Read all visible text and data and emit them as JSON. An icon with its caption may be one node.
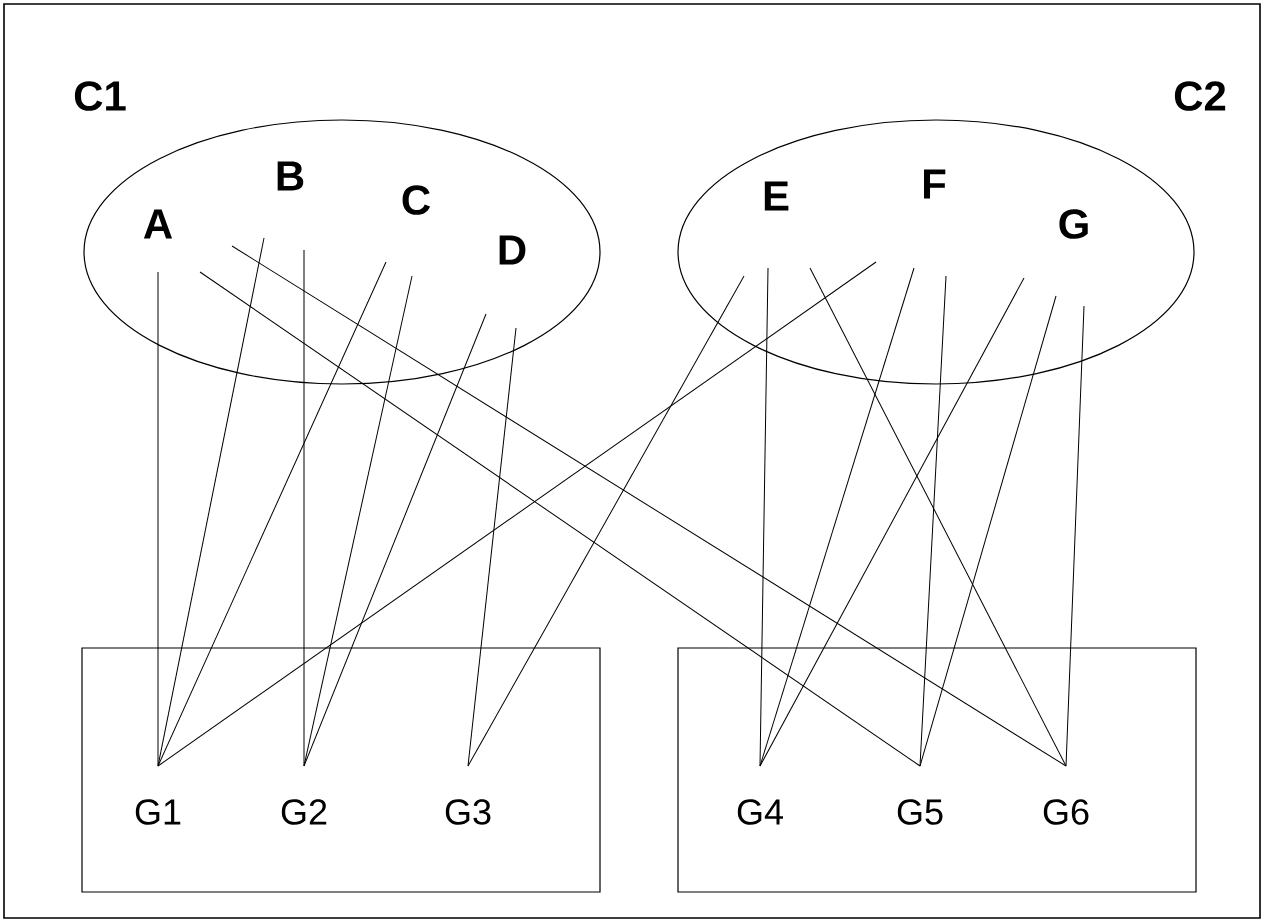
{
  "diagram": {
    "nodes": [
      {
        "text": [
          "C1"
        ]
      },
      {
        "text": [
          "A"
        ],
        "in": 0
      },
      {
        "text": [
          "B"
        ],
        "in": 0
      },
      {
        "text": [
          "C"
        ],
        "in": 0
      },
      {
        "text": [
          "D"
        ],
        "in": 0
      },
      {
        "text": [
          "C2"
        ]
      },
      {
        "text": [
          "E"
        ],
        "in": 5
      },
      {
        "text": [
          "F"
        ],
        "in": 5
      },
      {
        "text": [
          "G"
        ],
        "in": 5
      },
      {
        "text": [],
        "shape": "box"
      },
      {
        "text": [
          "G1"
        ],
        "in": 9
      },
      {
        "text": [
          "G2"
        ],
        "in": 9
      },
      {
        "text": [
          "G3"
        ],
        "in": 9
      },
      {
        "text": [],
        "shape": "box"
      },
      {
        "text": [
          "G4"
        ],
        "in": 13
      },
      {
        "text": [
          "G5"
        ],
        "in": 13
      },
      {
        "text": [
          "G6"
        ],
        "in": 13
      }
    ],
    "edges": [
      {
        "from": 1,
        "to": 10,
        "arrow": "none"
      },
      {
        "from": 1,
        "to": 15,
        "arrow": "none"
      },
      {
        "from": 1,
        "to": 16,
        "arrow": "none"
      },
      {
        "from": 2,
        "to": 10,
        "arrow": "none"
      },
      {
        "from": 2,
        "to": 11,
        "arrow": "none"
      },
      {
        "from": 3,
        "to": 10,
        "arrow": "none"
      },
      {
        "from": 3,
        "to": 11,
        "arrow": "none"
      },
      {
        "from": 4,
        "to": 11,
        "arrow": "none"
      },
      {
        "from": 4,
        "to": 12,
        "arrow": "none"
      },
      {
        "from": 6,
        "to": 12,
        "arrow": "none"
      },
      {
        "from": 6,
        "to": 14,
        "arrow": "none"
      },
      {
        "from": 6,
        "to": 16,
        "arrow": "none"
      },
      {
        "from": 7,
        "to": 10,
        "arrow": "none"
      },
      {
        "from": 7,
        "to": 14,
        "arrow": "none"
      },
      {
        "from": 7,
        "to": 15,
        "arrow": "none"
      },
      {
        "from": 8,
        "to": 14,
        "arrow": "none"
      },
      {
        "from": 8,
        "to": 15,
        "arrow": "none"
      },
      {
        "from": 8,
        "to": 16,
        "arrow": "none"
      }
    ]
  }
}
